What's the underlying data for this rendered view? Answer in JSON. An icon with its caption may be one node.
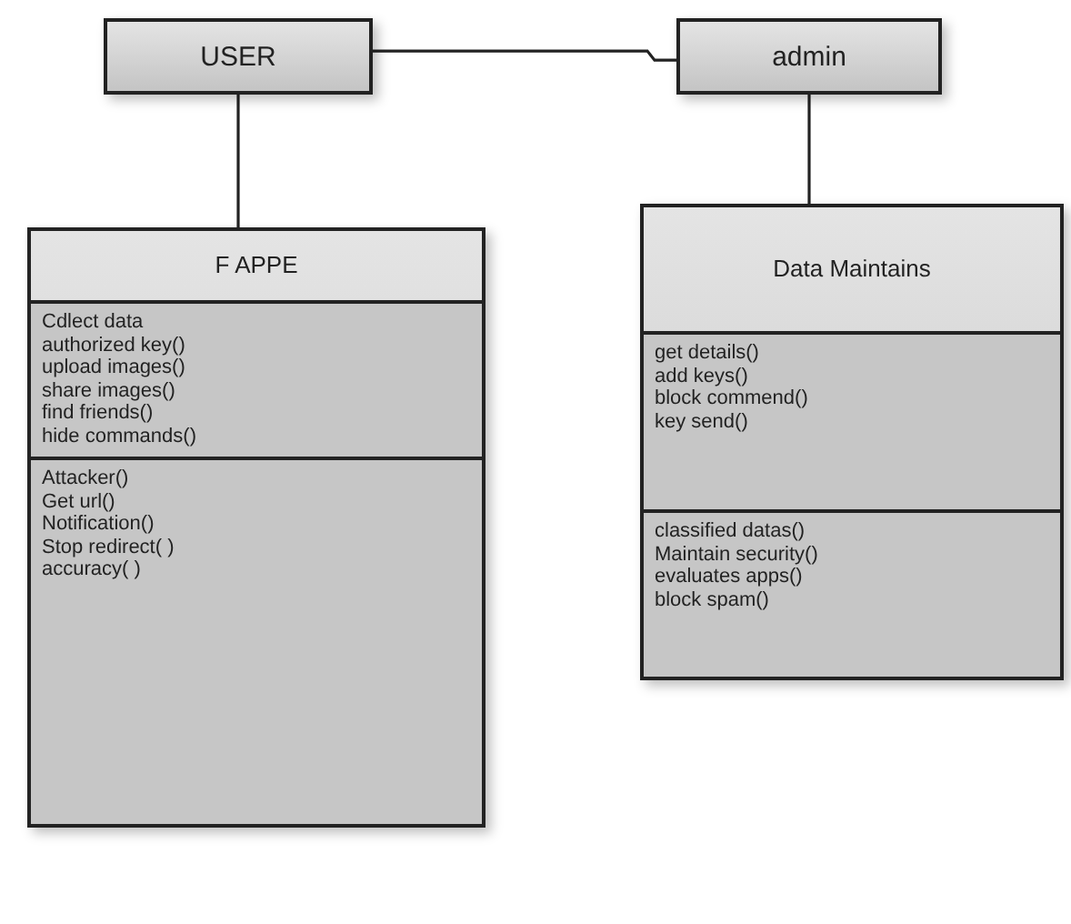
{
  "diagram": {
    "nodes": [
      {
        "text": [
          "USER"
        ]
      },
      {
        "text": [
          "admin"
        ]
      },
      {
        "text": [
          "F APPE"
        ]
      },
      {
        "text": [
          "Cdlect data",
          "authorized key()",
          "upload images()",
          "share images()",
          "find friends()",
          "hide commands()"
        ],
        "in": 2
      },
      {
        "text": [
          "Attacker()",
          "Get url()",
          "Notification()",
          "Stop redirect( )",
          "accuracy( )"
        ],
        "in": 2
      },
      {
        "text": [
          "Data Maintains"
        ]
      },
      {
        "text": [
          "get details()",
          "add keys()",
          "block commend()",
          "key send()"
        ],
        "in": 5
      },
      {
        "text": [
          "classified datas()",
          "Maintain security()",
          "evaluates apps()",
          "block spam()"
        ],
        "in": 5
      }
    ],
    "edges": [
      {
        "from": 0,
        "to": 1,
        "arrow": "none"
      },
      {
        "from": 0,
        "to": 2,
        "arrow": "none"
      },
      {
        "from": 1,
        "to": 5,
        "arrow": "none"
      }
    ]
  }
}
